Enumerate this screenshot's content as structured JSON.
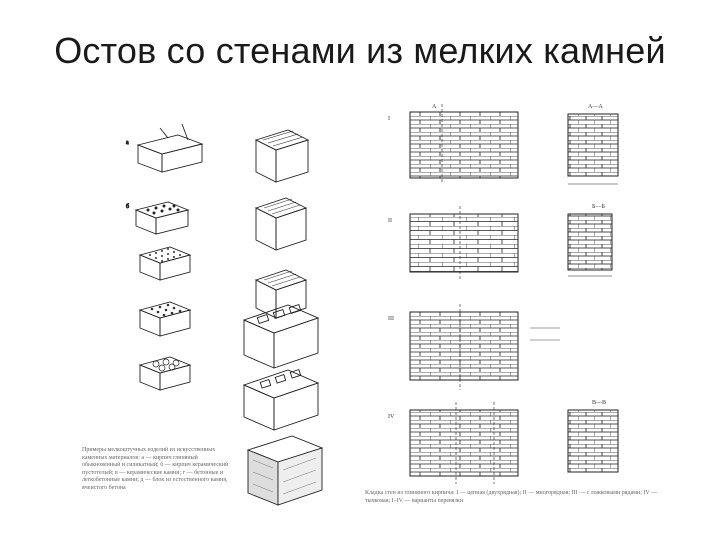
{
  "slide": {
    "title": "Остов со стенами из мелких камней"
  },
  "left_figure": {
    "caption": "Примеры мелкоштучных изделий из искусственных каменных материалов: а — кирпич глиняный обыкновенный и силикатный; б — кирпич керамический пустотелый; в — керамические камни; г — бетонные и легкобетонные камни; д — блок из естественного камня, ячеистого бетона"
  },
  "right_figure": {
    "caption": "Кладка стен из глиняного кирпича: I — цепная (двухрядная); II — многорядная; III — с ложковыми рядами; IV — тычковая; I–IV — варианты перевязки"
  }
}
